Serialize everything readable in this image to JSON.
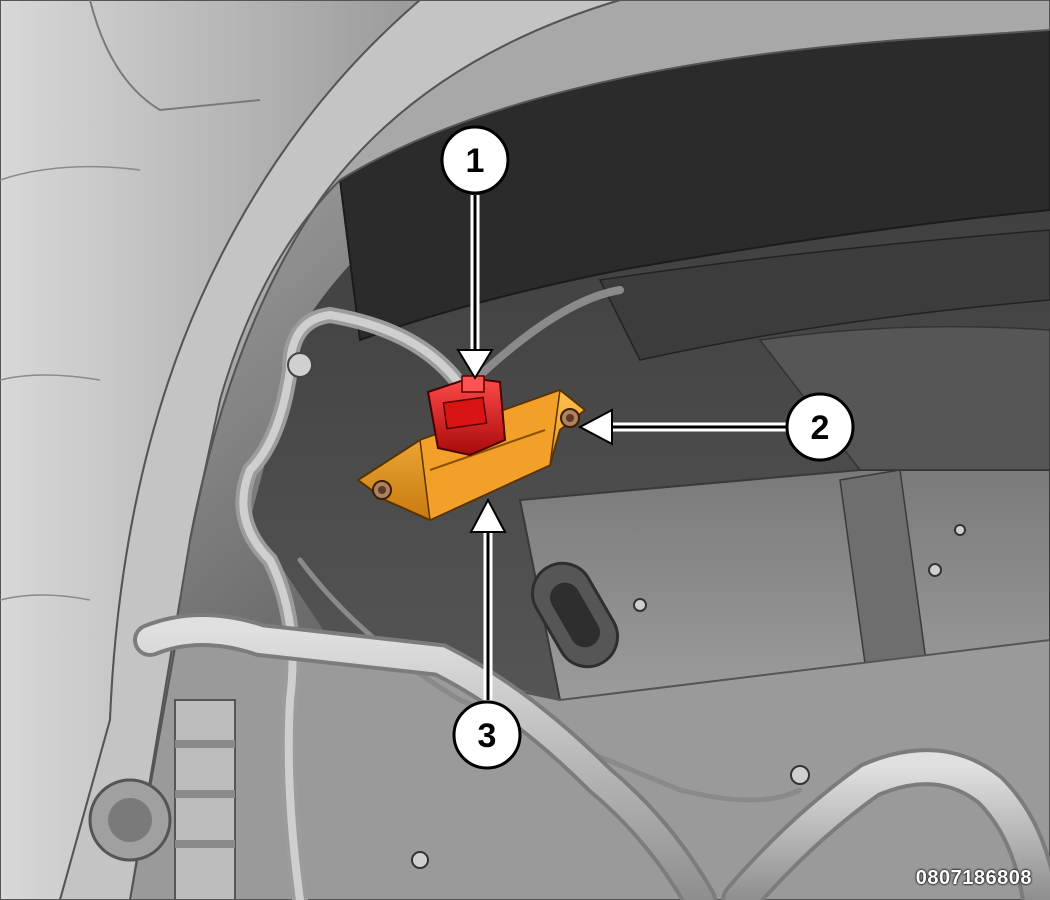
{
  "figure": {
    "id": "0807186808",
    "component_color": "#f2a02a",
    "connector_color": "#e01818",
    "callouts": [
      {
        "number": "1",
        "points_to": "electrical connector"
      },
      {
        "number": "2",
        "points_to": "mounting fastener"
      },
      {
        "number": "3",
        "points_to": "module body"
      }
    ]
  }
}
